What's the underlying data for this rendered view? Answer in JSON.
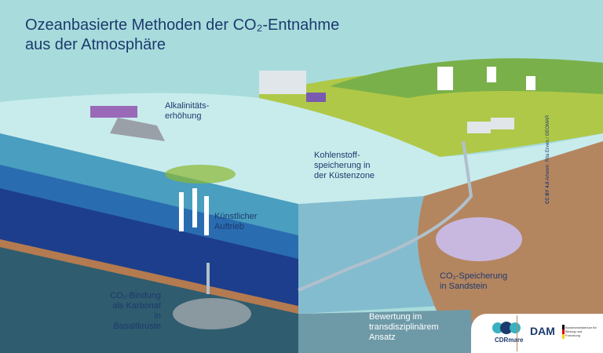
{
  "title": "Ozeanbasierte Methoden der CO₂-Entnahme\naus der Atmosphäre",
  "labels": {
    "alkalinity": "Alkalinitäts-\nerhöhung",
    "coastal": "Kohlenstoff-\nspeicherung in\nder Küstenzone",
    "upwelling": "Künstlicher\nAuftrieb",
    "basalt": "CO₂-Bindung\nals Karbonat\nin Basaltkruste",
    "sandstone": "CO₂-Speicherung\nin Sandstein",
    "assessment": "Bewertung im\ntransdisziplinärem\nAnsatz"
  },
  "credit": {
    "license": "CC BY 4.0",
    "artist": "Artwork: Rita Erven / GEOMAR"
  },
  "logos": {
    "cdrmare": "CDRmare",
    "dam": "DAM",
    "bmbf": "Bundesministerium für Bildung und Forschung"
  },
  "colors": {
    "sky": "#a8dcdc",
    "sea_surface": "#c8ecec",
    "land": "#b0c848",
    "sediment": "#b48660",
    "deep": "#2f5c6e",
    "text": "#1d3a6e"
  }
}
